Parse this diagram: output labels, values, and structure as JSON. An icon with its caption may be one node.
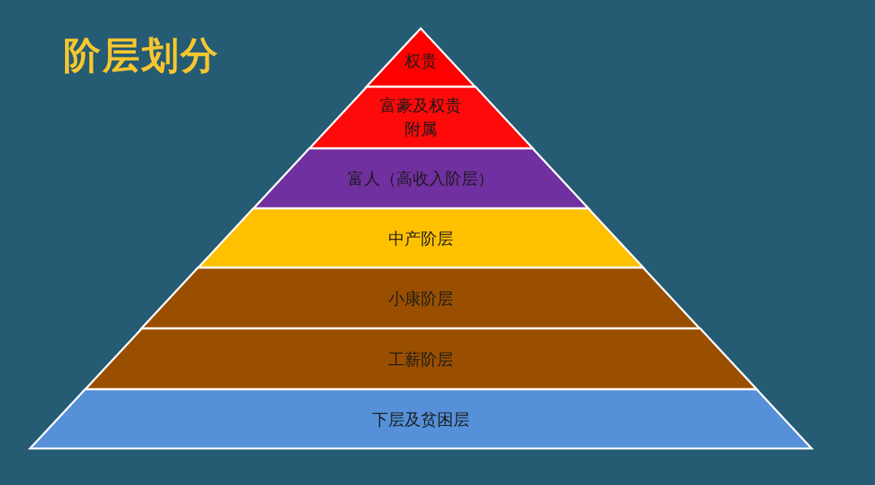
{
  "diagram": {
    "title": "阶层划分",
    "nodes": [
      {
        "text": [
          "权贵"
        ]
      },
      {
        "text": [
          "富豪及权贵附属"
        ]
      },
      {
        "text": [
          "富人（高收入阶层）"
        ]
      },
      {
        "text": [
          "中产阶层"
        ]
      },
      {
        "text": [
          "小康阶层"
        ]
      },
      {
        "text": [
          "工薪阶层"
        ]
      },
      {
        "text": [
          "下层及贫困层"
        ]
      }
    ],
    "edges": []
  }
}
